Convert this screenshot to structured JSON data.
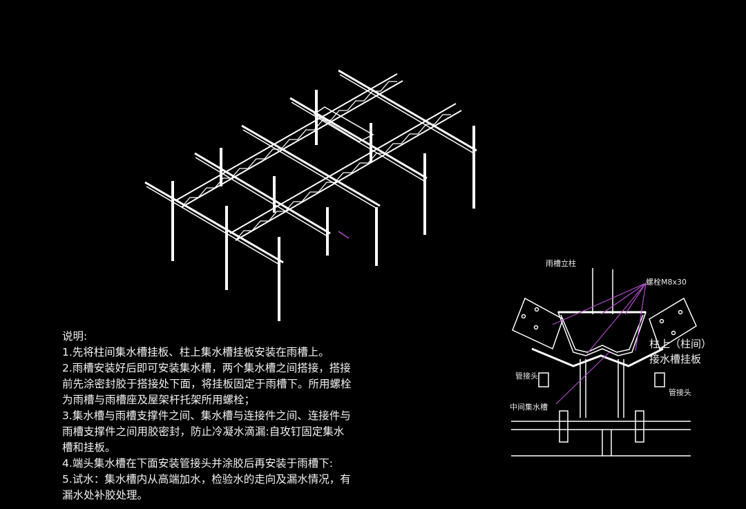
{
  "notes": {
    "heading": "说明:",
    "lines": [
      "1.先将柱间集水槽挂板、柱上集水槽挂板安装在雨槽上。",
      "2.雨槽安装好后即可安装集水槽，两个集水槽之间搭接，搭接",
      "前先涂密封胶于搭接处下面，将挂板固定于雨槽下。所用螺栓",
      "为雨槽与雨槽座及屋架杆托架所用螺栓；",
      "3.集水槽与雨槽支撑件之间、集水槽与连接件之间、连接件与",
      "雨槽支撑件之间用胶密封，防止冷凝水滴漏:自攻钉固定集水",
      "槽和挂板。",
      "4.端头集水槽在下面安装管接头并涂胶后再安装于雨槽下:",
      "5.试水：集水槽内从高端加水，检验水的走向及漏水情况，有",
      "漏水处补胶处理。"
    ]
  },
  "detail": {
    "label_top": "雨槽立柱",
    "label_bolt": "螺栓M8x30",
    "label_hanger_1": "柱上（柱间）",
    "label_hanger_2": "接水槽挂板",
    "label_left": "管接头",
    "label_right": "管接头",
    "label_bottom": "中间集水槽"
  },
  "colors": {
    "background": "#000000",
    "lines": "#ffffff",
    "leader": "#b04cc8"
  }
}
